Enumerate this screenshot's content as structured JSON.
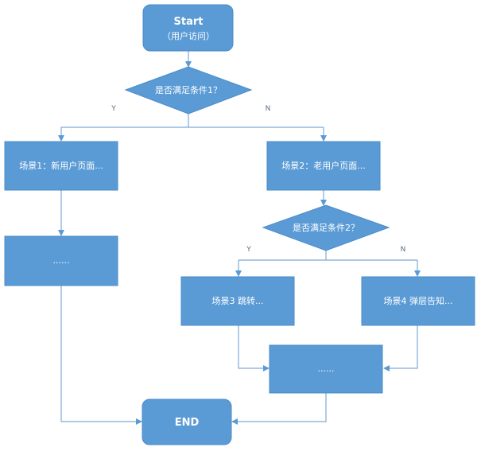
{
  "nodes": {
    "start": {
      "title": "Start",
      "subtitle": "（用户访问）"
    },
    "decision1": {
      "label": "是否满足条件1？"
    },
    "scene1": {
      "label": "场景1：新用户页面..."
    },
    "scene2": {
      "label": "场景2：老用户页面..."
    },
    "ellipsis_left": {
      "label": "......"
    },
    "decision2": {
      "label": "是否满足条件2？"
    },
    "scene3": {
      "label": "场景3   跳转..."
    },
    "scene4": {
      "label": "场景4   弹层告知..."
    },
    "ellipsis_mid": {
      "label": "......"
    },
    "end": {
      "label": "END"
    }
  },
  "edges": {
    "d1_yes": "Y",
    "d1_no": "N",
    "d2_yes": "Y",
    "d2_no": "N"
  },
  "colors": {
    "node_fill": "#5b9bd5",
    "connector": "#7fa9d6",
    "label_text": "#5d6e80"
  }
}
